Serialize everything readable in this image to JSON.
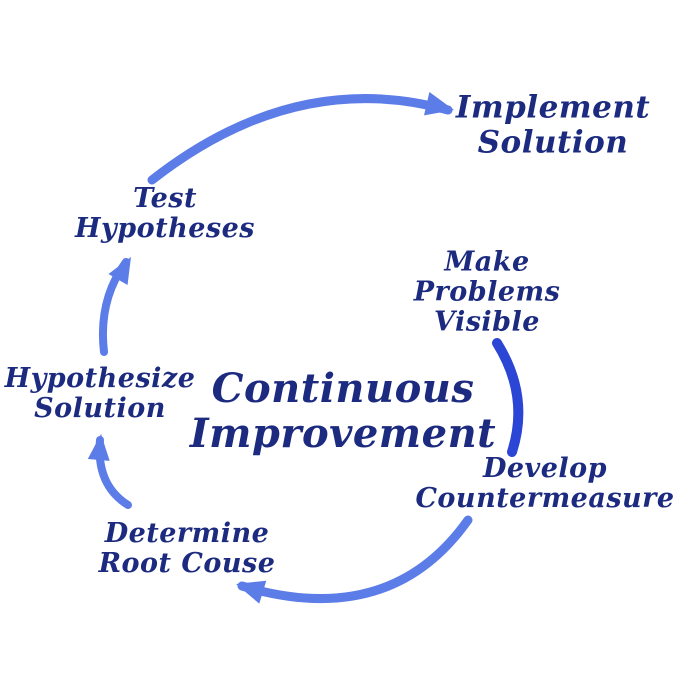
{
  "colors": {
    "background": "#ffffff",
    "text": "#1c2b7f",
    "arrow": "#5c7ce8",
    "arc": "#2b45d4"
  },
  "diagram": {
    "title": "Continuous\nImprovement",
    "steps": {
      "implement_solution": "Implement\nSolution",
      "test_hypotheses": "Test\nHypotheses",
      "make_problems_visible": "Make\nProblems\nVisible",
      "develop_countermeasure": "Develop\nCountermeasure",
      "determine_root_cause": "Determine\nRoot Couse",
      "hypothesize_solution": "Hypothesize\nSolution"
    }
  }
}
